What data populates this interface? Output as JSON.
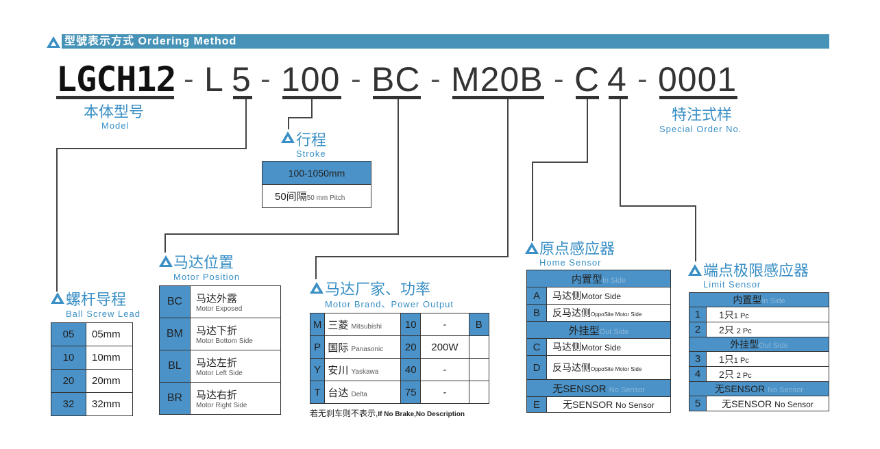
{
  "banner": {
    "title": "型號表示方式 Ordering Method"
  },
  "code": {
    "model": "LGCH12",
    "lead_prefix": "L",
    "lead_value": "5",
    "stroke": "100",
    "motor_position": "BC",
    "motor": "M20B",
    "sensor": "C",
    "limit": "4",
    "special": "0001",
    "sep": "-"
  },
  "labels": {
    "model_cn": "本体型号",
    "model_en": "Model",
    "special_cn": "特注式样",
    "special_en": "Special Order No.",
    "stroke_cn": "行程",
    "stroke_en": "Stroke",
    "lead_cn": "螺杆导程",
    "lead_en": "Ball Screw Lead",
    "motorpos_cn": "马达位置",
    "motorpos_en": "Motor Position",
    "motor_cn": "马达厂家、功率",
    "motor_en": "Motor Brand、Power Output",
    "home_cn": "原点感应器",
    "home_en": "Home Sensor",
    "limit_cn": "端点极限感应器",
    "limit_en": "Limit Sensor"
  },
  "stroke_table": {
    "range": "100-1050mm",
    "pitch_cn": "50间隔",
    "pitch_en": "50 mm Pitch"
  },
  "lead_table": [
    {
      "code": "05",
      "value": "05mm"
    },
    {
      "code": "10",
      "value": "10mm"
    },
    {
      "code": "20",
      "value": "20mm"
    },
    {
      "code": "32",
      "value": "32mm"
    }
  ],
  "motorpos_table": [
    {
      "code": "BC",
      "cn": "马达外露",
      "en": "Motor Exposed"
    },
    {
      "code": "BM",
      "cn": "马达下折",
      "en": "Motor Bottom Side"
    },
    {
      "code": "BL",
      "cn": "马达左折",
      "en": "Motor Left Side"
    },
    {
      "code": "BR",
      "cn": "马达右折",
      "en": "Motor Right Side"
    }
  ],
  "motor_table": {
    "brands": [
      {
        "code": "M",
        "cn": "三菱",
        "en": "Mitsubishi"
      },
      {
        "code": "P",
        "cn": "国际",
        "en": "Panasonic"
      },
      {
        "code": "Y",
        "cn": "安川",
        "en": "Yaskawa"
      },
      {
        "code": "T",
        "cn": "台达",
        "en": "Delta"
      }
    ],
    "powers": [
      {
        "code": "10",
        "value": "-"
      },
      {
        "code": "20",
        "value": "200W"
      },
      {
        "code": "40",
        "value": "-"
      },
      {
        "code": "75",
        "value": "-"
      }
    ],
    "brake_code": "B",
    "note_cn": "若无刹车则不表示,",
    "note_en": "If No Brake,No Description"
  },
  "home_table": {
    "inside_cn": "内置型",
    "inside_en": "In Side",
    "outside_cn": "外挂型",
    "outside_en": "Out Side",
    "nosensor_cn": "无SENSOR",
    "nosensor_en": "No Sensor",
    "rows_in": [
      {
        "code": "A",
        "cn": "马达侧",
        "en": "Motor Side"
      },
      {
        "code": "B",
        "cn": "反马达侧",
        "en": "OppoSite Motor Side"
      }
    ],
    "rows_out": [
      {
        "code": "C",
        "cn": "马达侧",
        "en": "Motor Side"
      },
      {
        "code": "D",
        "cn": "反马达侧",
        "en": "OppoSite Motor Side"
      }
    ],
    "row_none": {
      "code": "E",
      "cn": "无SENSOR",
      "en": "No Sensor"
    }
  },
  "limit_table": {
    "inside_cn": "内置型",
    "inside_en": "In Side",
    "outside_cn": "外挂型",
    "outside_en": "Out Side",
    "nosensor_cn": "无SENSOR",
    "nosensor_en": "No Sensor",
    "rows_in": [
      {
        "code": "1",
        "cn": "1只",
        "en": "1 Pc"
      },
      {
        "code": "2",
        "cn": "2只",
        "en": "2 Pc"
      }
    ],
    "rows_out": [
      {
        "code": "3",
        "cn": "1只",
        "en": "1 Pc"
      },
      {
        "code": "4",
        "cn": "2只",
        "en": "2 Pc"
      }
    ],
    "row_none": {
      "code": "5",
      "cn": "无SENSOR",
      "en": "No Sensor"
    }
  },
  "colors": {
    "accent": "#4793b7",
    "cell_blue": "#4a92c8",
    "label_blue": "#3a8fc5"
  }
}
